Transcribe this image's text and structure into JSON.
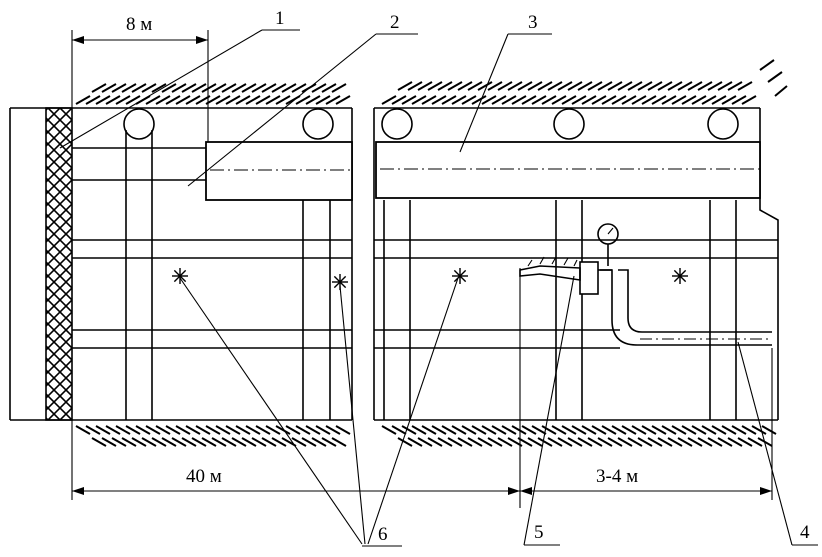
{
  "dimensions": {
    "top": "8 м",
    "bottom_left": "40 м",
    "bottom_right": "3-4 м"
  },
  "callouts": [
    "1",
    "2",
    "3",
    "4",
    "5",
    "6"
  ],
  "icons": {
    "lamp": "asterisk-lamp-icon",
    "gauge": "pressure-gauge-icon"
  }
}
